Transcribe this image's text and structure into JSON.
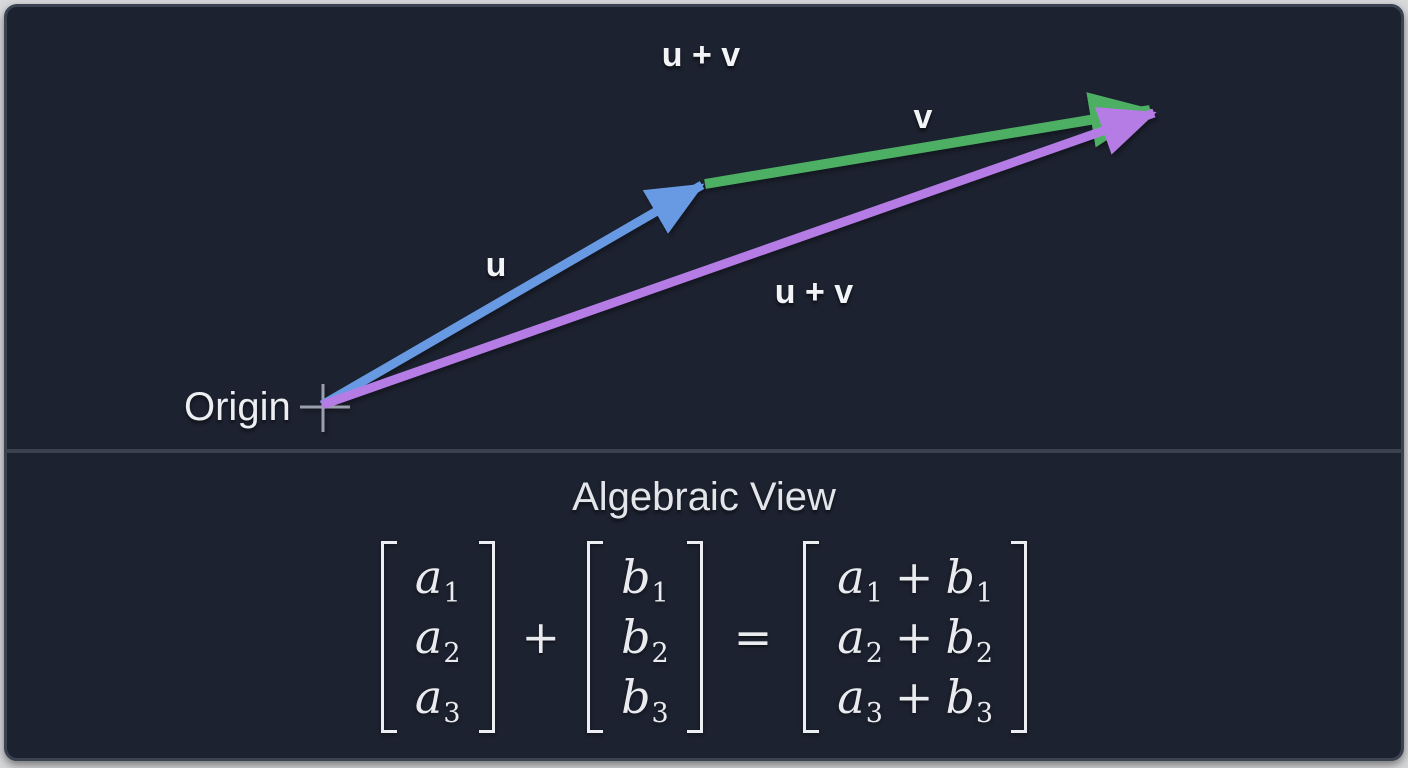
{
  "theme": {
    "page_bg": "#d7d8da",
    "panel_bg": "#1d2230",
    "panel_border": "#3b4251",
    "divider": "#3b414e",
    "label_text": "#f2f4f7",
    "cross_marker": "#9aa0ad"
  },
  "geometric": {
    "origin_label": "Origin",
    "sum_label_top": "u + v",
    "sum_label_diagonal": "u + v",
    "vectors": [
      {
        "id": "u",
        "label": "u",
        "color": "#689ae4"
      },
      {
        "id": "v",
        "label": "v",
        "color": "#4caf63"
      },
      {
        "id": "u-plus-v",
        "label": "u + v",
        "color": "#b47ce4"
      }
    ]
  },
  "algebraic": {
    "heading": "Algebraic View",
    "plus": "+",
    "equals": "=",
    "vector_a": [
      {
        "base": "a",
        "sub": "1"
      },
      {
        "base": "a",
        "sub": "2"
      },
      {
        "base": "a",
        "sub": "3"
      }
    ],
    "vector_b": [
      {
        "base": "b",
        "sub": "1"
      },
      {
        "base": "b",
        "sub": "2"
      },
      {
        "base": "b",
        "sub": "3"
      }
    ],
    "vector_sum": [
      {
        "a": "a",
        "a_sub": "1",
        "op": "+",
        "b": "b",
        "b_sub": "1"
      },
      {
        "a": "a",
        "a_sub": "2",
        "op": "+",
        "b": "b",
        "b_sub": "2"
      },
      {
        "a": "a",
        "a_sub": "3",
        "op": "+",
        "b": "b",
        "b_sub": "3"
      }
    ]
  }
}
